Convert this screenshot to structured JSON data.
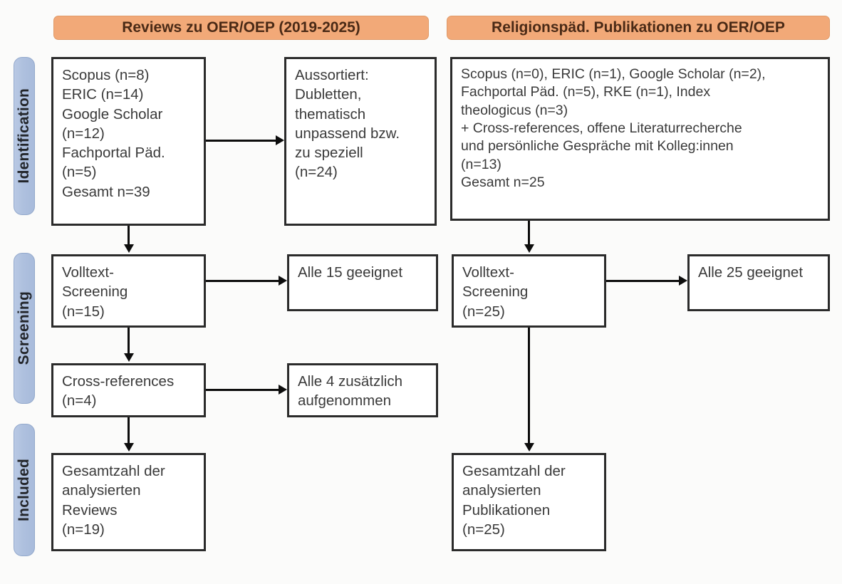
{
  "stages": [
    {
      "label": "Identification"
    },
    {
      "label": "Screening"
    },
    {
      "label": "Included"
    }
  ],
  "columns": {
    "left": {
      "header": "Reviews zu OER/OEP (2019-2025)",
      "identification_sources": {
        "lines": [
          "Scopus (n=8)",
          "ERIC (n=14)",
          "Google Scholar",
          "(n=12)",
          "Fachportal Päd.",
          "(n=5)",
          "Gesamt n=39"
        ]
      },
      "identification_excluded": {
        "lines": [
          "Aussortiert:",
          "Dubletten,",
          "thematisch",
          "unpassend bzw.",
          "zu speziell",
          "(n=24)"
        ]
      },
      "screening_fulltext": {
        "lines": [
          "Volltext-",
          "Screening",
          "(n=15)"
        ]
      },
      "screening_fulltext_result": {
        "lines": [
          "Alle 15 geeignet"
        ]
      },
      "screening_crossrefs": {
        "lines": [
          "Cross-references",
          "(n=4)"
        ]
      },
      "screening_crossrefs_result": {
        "lines": [
          "Alle 4 zusätzlich",
          "aufgenommen"
        ]
      },
      "included_total": {
        "lines": [
          "Gesamtzahl der",
          "analysierten",
          "Reviews",
          "(n=19)"
        ]
      }
    },
    "right": {
      "header": "Religionspäd. Publikationen zu OER/OEP",
      "identification_sources": {
        "lines": [
          "Scopus (n=0), ERIC (n=1), Google Scholar (n=2),",
          "Fachportal Päd. (n=5), RKE (n=1), Index",
          "theologicus (n=3)",
          "+ Cross-references, offene Literaturrecherche",
          "und persönliche Gespräche mit Kolleg:innen",
          "(n=13)",
          "Gesamt n=25"
        ]
      },
      "screening_fulltext": {
        "lines": [
          "Volltext-",
          "Screening",
          "(n=25)"
        ]
      },
      "screening_fulltext_result": {
        "lines": [
          "Alle 25 geeignet"
        ]
      },
      "included_total": {
        "lines": [
          "Gesamtzahl der",
          "analysierten",
          "Publikationen",
          "(n=25)"
        ]
      }
    }
  },
  "colors": {
    "header_orange": "#f2a978",
    "stage_blue": "#aec0de",
    "box_border": "#2b2b2b",
    "connector": "#0d0d0d",
    "background": "#fbfbfa"
  }
}
